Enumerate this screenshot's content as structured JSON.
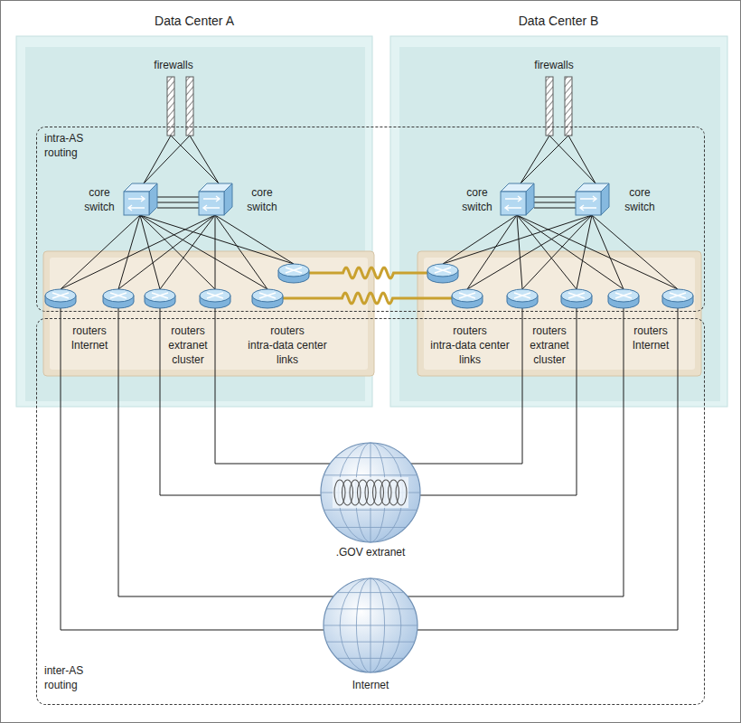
{
  "diagram": {
    "nodes": [
      {
        "text": [
          "Data Center A"
        ]
      },
      {
        "text": [
          "Data Center B"
        ]
      },
      {
        "text": [
          "intra-AS routing"
        ]
      },
      {
        "text": [
          "inter-AS routing"
        ]
      },
      {
        "text": [
          "firewalls"
        ],
        "in": 0
      },
      {
        "text": [
          "core switch"
        ],
        "in": 0
      },
      {
        "text": [
          "core switch"
        ],
        "in": 0
      },
      {
        "text": [
          "routers Internet"
        ],
        "in": 0
      },
      {
        "text": [
          "routers extranet cluster"
        ],
        "in": 0
      },
      {
        "text": [
          "routers intra-data center links"
        ],
        "in": 0
      },
      {
        "text": [
          "firewalls"
        ],
        "in": 1
      },
      {
        "text": [
          "core switch"
        ],
        "in": 1
      },
      {
        "text": [
          "core switch"
        ],
        "in": 1
      },
      {
        "text": [
          "routers intra-data center links"
        ],
        "in": 1
      },
      {
        "text": [
          "routers extranet cluster"
        ],
        "in": 1
      },
      {
        "text": [
          "routers Internet"
        ],
        "in": 1
      },
      {
        "text": [
          ".GOV extranet"
        ]
      },
      {
        "text": [
          "Internet"
        ]
      }
    ],
    "edges": [
      {
        "from": 4,
        "to": 5,
        "arrow": "none"
      },
      {
        "from": 4,
        "to": 6,
        "arrow": "none"
      },
      {
        "from": 5,
        "to": 6,
        "arrow": "none"
      },
      {
        "from": 5,
        "to": 7,
        "arrow": "none"
      },
      {
        "from": 5,
        "to": 8,
        "arrow": "none"
      },
      {
        "from": 5,
        "to": 9,
        "arrow": "none"
      },
      {
        "from": 6,
        "to": 7,
        "arrow": "none"
      },
      {
        "from": 6,
        "to": 8,
        "arrow": "none"
      },
      {
        "from": 6,
        "to": 9,
        "arrow": "none"
      },
      {
        "from": 10,
        "to": 11,
        "arrow": "none"
      },
      {
        "from": 10,
        "to": 12,
        "arrow": "none"
      },
      {
        "from": 11,
        "to": 12,
        "arrow": "none"
      },
      {
        "from": 11,
        "to": 13,
        "arrow": "none"
      },
      {
        "from": 11,
        "to": 14,
        "arrow": "none"
      },
      {
        "from": 11,
        "to": 15,
        "arrow": "none"
      },
      {
        "from": 12,
        "to": 13,
        "arrow": "none"
      },
      {
        "from": 12,
        "to": 14,
        "arrow": "none"
      },
      {
        "from": 12,
        "to": 15,
        "arrow": "none"
      },
      {
        "from": 9,
        "to": 13,
        "arrow": "none"
      },
      {
        "from": 7,
        "to": 17,
        "arrow": "none"
      },
      {
        "from": 8,
        "to": 16,
        "arrow": "none"
      },
      {
        "from": 14,
        "to": 16,
        "arrow": "none"
      },
      {
        "from": 15,
        "to": 17,
        "arrow": "none"
      }
    ]
  }
}
